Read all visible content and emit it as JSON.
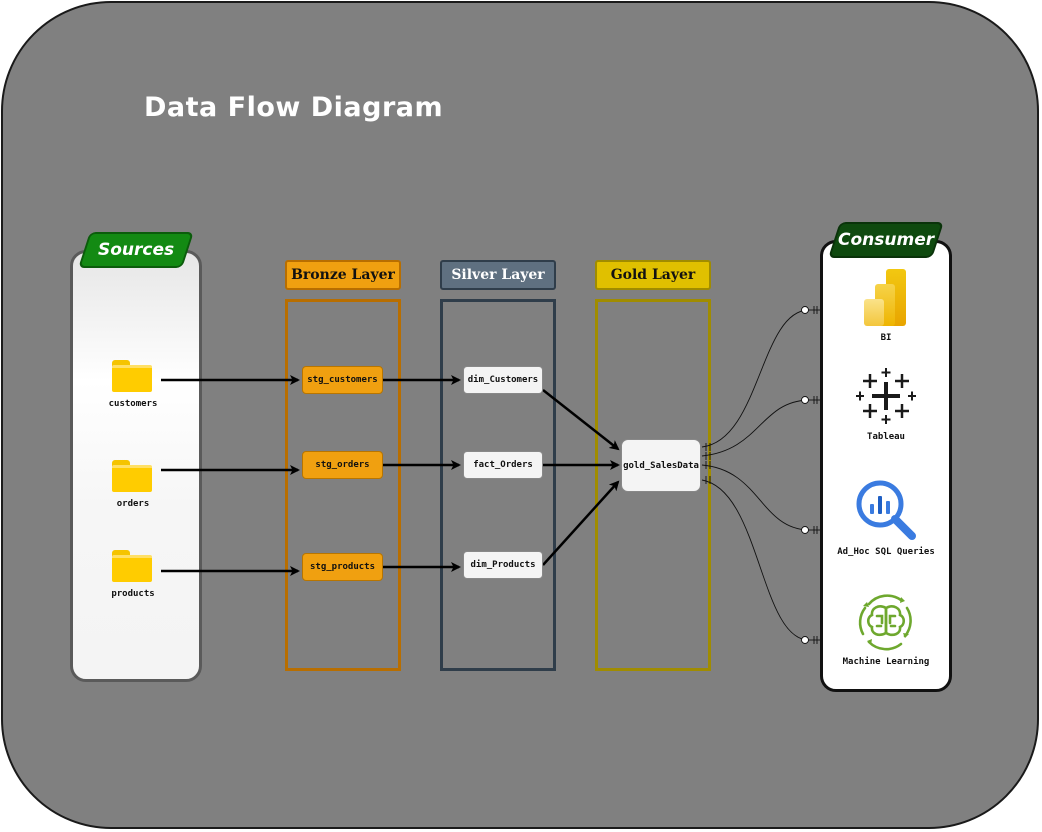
{
  "title": "Data Flow Diagram",
  "sources": {
    "label": "Sources",
    "items": [
      "customers",
      "orders",
      "products"
    ]
  },
  "layers": {
    "bronze": {
      "label": "Bronze Layer",
      "color": "#f0a010",
      "nodes": [
        "stg_customers",
        "stg_orders",
        "stg_products"
      ]
    },
    "silver": {
      "label": "Silver Layer",
      "color": "#5f7080",
      "nodes": [
        "dim_Customers",
        "fact_Orders",
        "dim_Products"
      ]
    },
    "gold": {
      "label": "Gold Layer",
      "color": "#e0c000",
      "nodes": [
        "gold_SalesData"
      ]
    }
  },
  "consumer": {
    "label": "Consumer",
    "items": [
      {
        "label": "BI",
        "icon": "power-bi-icon"
      },
      {
        "label": "Tableau",
        "icon": "tableau-icon"
      },
      {
        "label": "Ad_Hoc SQL Queries",
        "icon": "magnifier-chart-icon"
      },
      {
        "label": "Machine Learning",
        "icon": "brain-circuit-icon"
      }
    ]
  },
  "colors": {
    "background": "#808080",
    "sources_tag": "#138a13",
    "consumer_tag": "#0f4a0f",
    "bronze_border": "#b86e00",
    "silver_border": "#2f3d4a",
    "gold_border": "#a08c00"
  }
}
